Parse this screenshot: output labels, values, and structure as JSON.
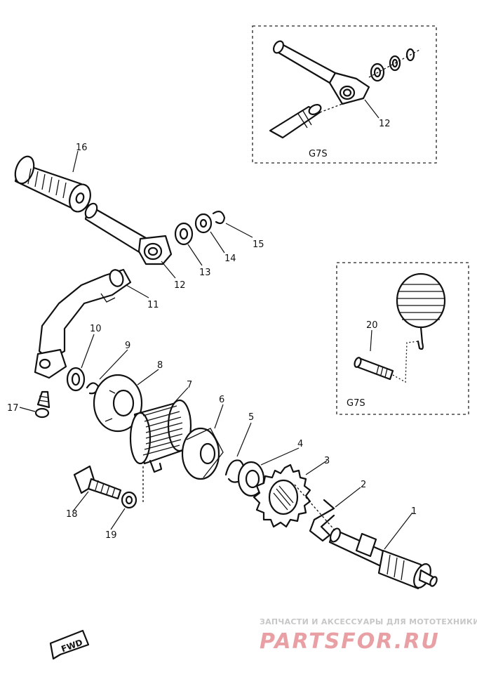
{
  "callouts": {
    "c1": "1",
    "c2": "2",
    "c3": "3",
    "c4": "4",
    "c5": "5",
    "c6": "6",
    "c7": "7",
    "c8": "8",
    "c9": "9",
    "c10": "10",
    "c11": "11",
    "c12": "12",
    "c12b": "12",
    "c13": "13",
    "c14": "14",
    "c15": "15",
    "c16": "16",
    "c17": "17",
    "c18": "18",
    "c19": "19",
    "c20": "20"
  },
  "insets": {
    "top_label": "G7S",
    "right_label": "G7S"
  },
  "direction_marker": "FWD",
  "watermark": {
    "tagline": "ЗАПЧАСТИ И АКСЕССУАРЫ ДЛЯ МОТОТЕХНИКИ",
    "logo": "PARTSFOR.RU"
  }
}
